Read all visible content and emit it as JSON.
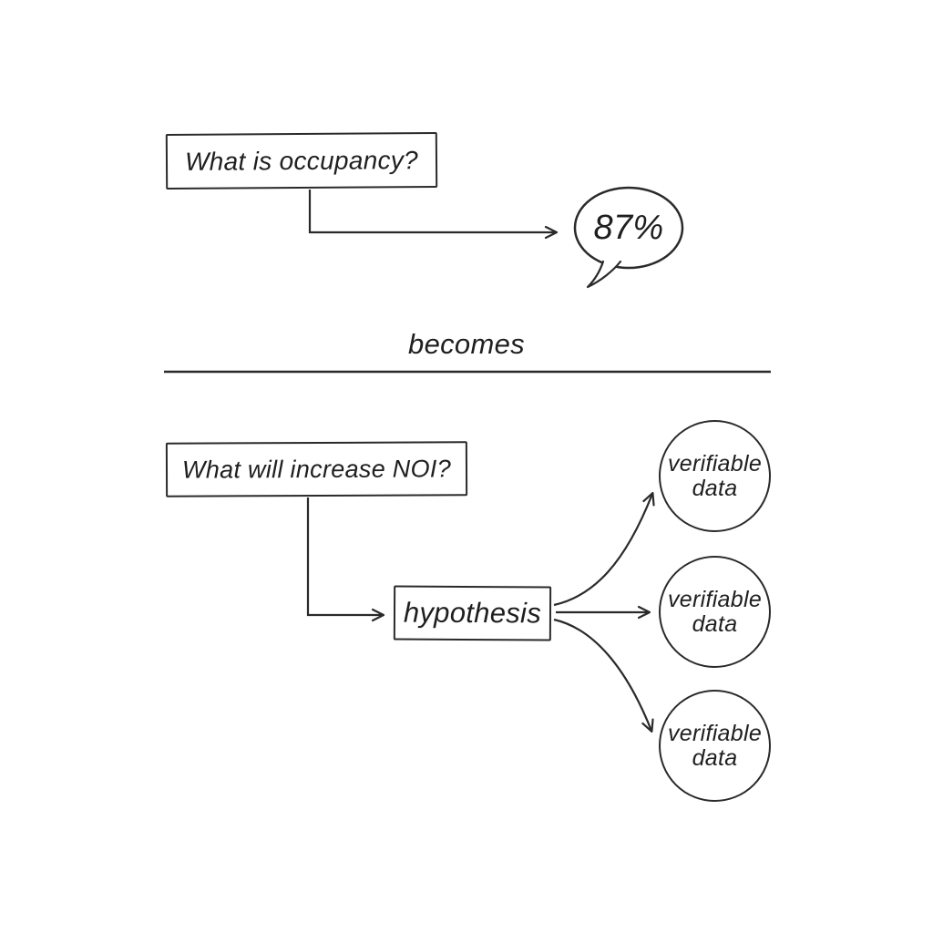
{
  "colors": {
    "ink": "#2a2a2a",
    "background": "#ffffff"
  },
  "top_flow": {
    "question_label": "What is occupancy?",
    "answer_label": "87%"
  },
  "transition_label": "becomes",
  "bottom_flow": {
    "question_label": "What will increase NOI?",
    "hypothesis_label": "hypothesis",
    "outcome_circles": [
      {
        "lines": [
          "verifiable",
          "data"
        ]
      },
      {
        "lines": [
          "verifiable",
          "data"
        ]
      },
      {
        "lines": [
          "verifiable",
          "data"
        ]
      }
    ]
  }
}
